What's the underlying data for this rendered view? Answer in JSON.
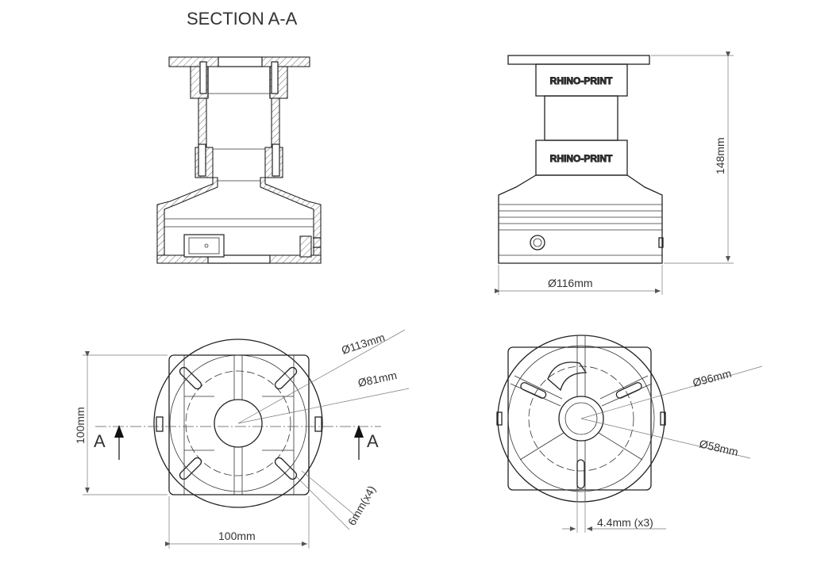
{
  "section": {
    "title": "SECTION A-A",
    "marker_left": "A",
    "marker_right": "A"
  },
  "brand": {
    "logo_text": "RHINO-PRINT"
  },
  "dimensions": {
    "height": "148mm",
    "diameter_body": "Ø116mm",
    "outer_diameter": "Ø113mm",
    "bolt_circle": "Ø81mm",
    "width": "100mm",
    "depth": "100mm",
    "hole_size": "6mm(x4)",
    "bottom_outer": "Ø96mm",
    "bottom_inner": "Ø58mm",
    "slot_size": "4.4mm (x3)"
  },
  "colors": {
    "line": "#222222",
    "dimension": "#777777",
    "text": "#333333"
  }
}
